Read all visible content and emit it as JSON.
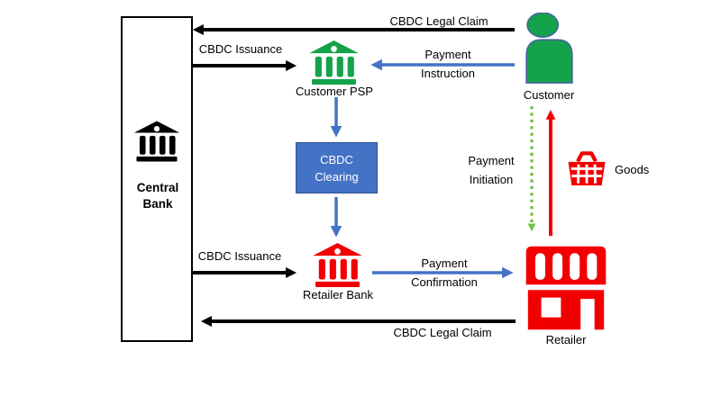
{
  "colors": {
    "black": "#000000",
    "arrow_blue": "#4472C4",
    "box_blue_fill": "#4472C4",
    "box_blue_border": "#2F528F",
    "icon_green": "#14A24B",
    "person_outline": "#44679B",
    "icon_red": "#F20000",
    "dotted_green": "#70BF45"
  },
  "nodes": {
    "central_bank": {
      "line1": "Central",
      "line2": "Bank",
      "icon": "bank-icon"
    },
    "customer_psp": {
      "label": "Customer PSP",
      "icon": "bank-icon"
    },
    "customer": {
      "label": "Customer",
      "icon": "person-icon"
    },
    "cbdc_clearing": {
      "line1": "CBDC",
      "line2": "Clearing"
    },
    "retailer_bank": {
      "label": "Retailer Bank",
      "icon": "bank-icon"
    },
    "retailer": {
      "label": "Retailer",
      "icon": "storefront-icon"
    },
    "goods": {
      "label": "Goods",
      "icon": "basket-icon"
    }
  },
  "flows": {
    "cbdc_legal_claim_top": {
      "label": "CBDC Legal Claim",
      "from": "Customer",
      "to": "Central Bank",
      "style": "solid-black"
    },
    "cbdc_issuance_top": {
      "label": "CBDC Issuance",
      "from": "Central Bank",
      "to": "Customer PSP",
      "style": "solid-black"
    },
    "payment_instruction": {
      "line1": "Payment",
      "line2": "Instruction",
      "from": "Customer",
      "to": "Customer PSP",
      "style": "solid-blue"
    },
    "psp_to_clearing": {
      "from": "Customer PSP",
      "to": "CBDC Clearing",
      "style": "solid-blue"
    },
    "clearing_to_retailer_bank": {
      "from": "CBDC Clearing",
      "to": "Retailer Bank",
      "style": "solid-blue"
    },
    "cbdc_issuance_bottom": {
      "label": "CBDC Issuance",
      "from": "Central Bank",
      "to": "Retailer Bank",
      "style": "solid-black"
    },
    "payment_confirmation": {
      "line1": "Payment",
      "line2": "Confirmation",
      "from": "Retailer Bank",
      "to": "Retailer",
      "style": "solid-blue"
    },
    "cbdc_legal_claim_bottom": {
      "label": "CBDC Legal Claim",
      "from": "Retailer",
      "to": "Central Bank",
      "style": "solid-black"
    },
    "payment_initiation": {
      "line1": "Payment",
      "line2": "Initiation",
      "from": "Customer",
      "to": "Retailer",
      "style": "dotted-green"
    },
    "goods_delivery": {
      "from": "Retailer",
      "to": "Customer",
      "style": "solid-red"
    }
  }
}
